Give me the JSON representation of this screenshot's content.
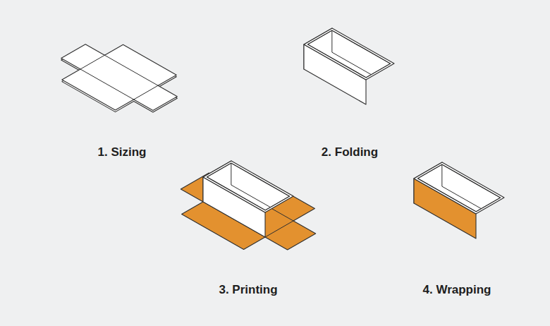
{
  "diagram": {
    "labels": [
      "1. Sizing",
      "2. Folding",
      "3. Printing",
      "4. Wrapping"
    ]
  }
}
